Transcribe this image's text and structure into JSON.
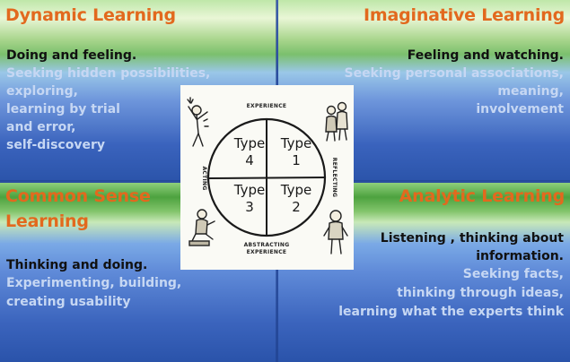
{
  "quadrants": {
    "top_left": {
      "title": "Dynamic Learning",
      "lead": "Doing and feeling.",
      "lines": [
        "Seeking hidden possibilities,",
        "exploring,",
        "learning by trial",
        "and error,",
        "self-discovery"
      ]
    },
    "top_right": {
      "title": "Imaginative Learning",
      "lead": "Feeling and watching.",
      "lines": [
        "Seeking personal associations,",
        "meaning,",
        "involvement"
      ]
    },
    "bottom_left": {
      "title_lines": [
        "Common Sense",
        "Learning"
      ],
      "lead": "Thinking and doing.",
      "lines": [
        "Experimenting, building,",
        "creating usability"
      ]
    },
    "bottom_right": {
      "title": "Analytic Learning",
      "lead_lines": [
        "Listening , thinking about",
        "information."
      ],
      "lines": [
        "Seeking facts,",
        "thinking through ideas,",
        "learning what the experts think"
      ]
    }
  },
  "diagram": {
    "top_label": "EXPERIENCE",
    "bottom_label_lines": [
      "ABSTRACTING",
      "EXPERIENCE"
    ],
    "left_label": "ACTING",
    "right_label": "REFLECTING",
    "cells": [
      {
        "word": "Type",
        "num": "4"
      },
      {
        "word": "Type",
        "num": "1"
      },
      {
        "word": "Type",
        "num": "3"
      },
      {
        "word": "Type",
        "num": "2"
      }
    ]
  },
  "colors": {
    "title": "#e2691e",
    "lead": "#111111",
    "description": "#c6d7f3",
    "background": "#2f57ad"
  }
}
